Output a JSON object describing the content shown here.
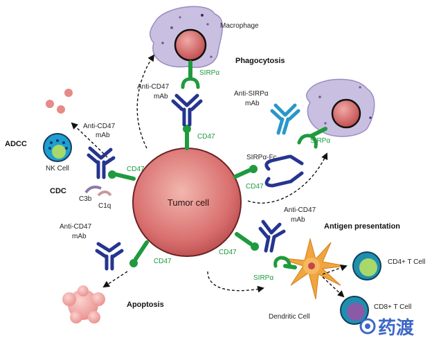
{
  "tumor": {
    "label": "Tumor cell"
  },
  "mechanisms": {
    "phagocytosis": "Phagocytosis",
    "adcc": "ADCC",
    "cdc": "CDC",
    "apoptosis": "Apoptosis",
    "antigen": "Antigen presentation"
  },
  "cells": {
    "macrophage": "Macrophage",
    "nk": "NK Cell",
    "dendritic": "Dendritic Cell",
    "cd4": "CD4+ T Cell",
    "cd8": "CD8+ T Cell"
  },
  "molecules": {
    "cd47": "CD47",
    "sirpa": "SIRPα",
    "sirpa_fc": "SIRPα-Fc",
    "anti_cd47": "Anti-CD47",
    "anti_sirpa": "Anti-SIRPα",
    "mab": "mAb",
    "c3b": "C3b",
    "c1q": "C1q"
  },
  "watermark": "药渡",
  "colors": {
    "tumor": "#d9706f",
    "receptor": "#1f9a3e",
    "antibody": "#25358f",
    "anti_sirpa": "#2a97c9",
    "macrophage": "#c9bfe0",
    "dendritic": "#f0a540"
  }
}
